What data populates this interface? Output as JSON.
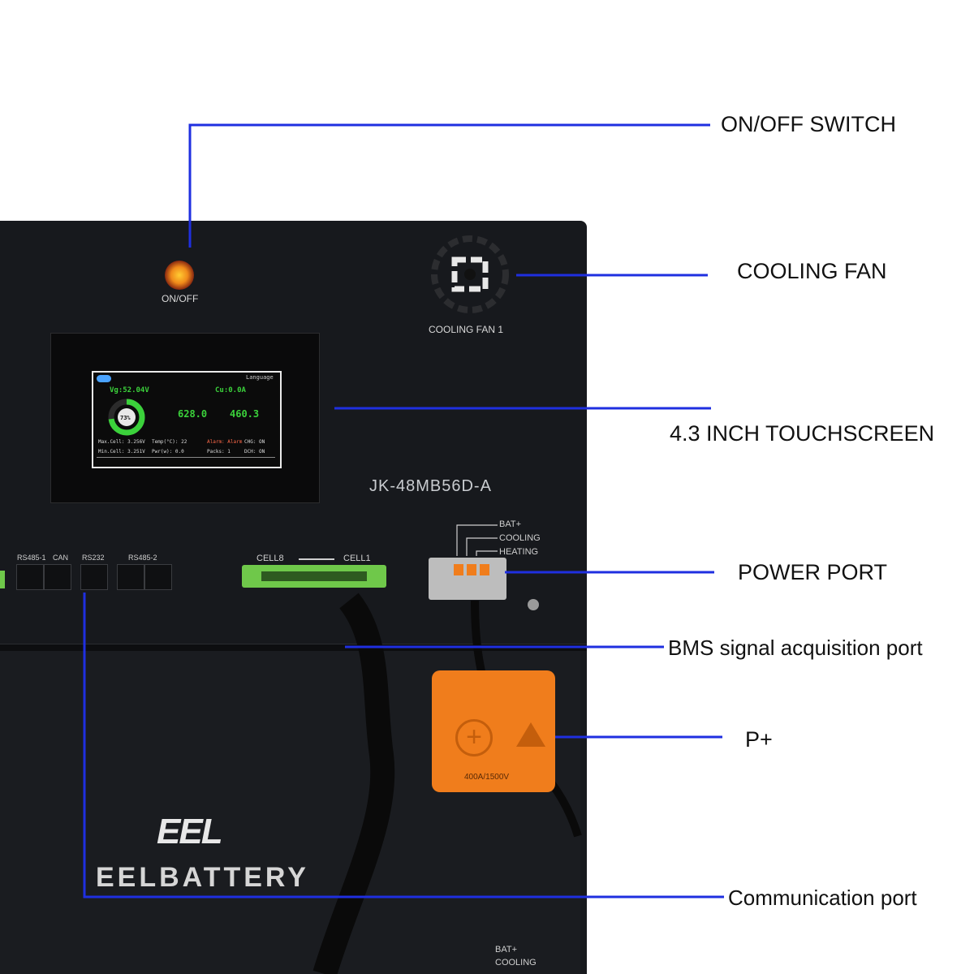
{
  "callouts": {
    "on_off_switch": "ON/OFF SWITCH",
    "cooling_fan": "COOLING FAN",
    "touchscreen": "4.3 INCH TOUCHSCREEN",
    "power_port": "POWER PORT",
    "bms_port": "BMS signal acquisition port",
    "p_plus": "P+",
    "communication_port": "Communication port"
  },
  "panel": {
    "on_off_label": "ON/OFF",
    "fan_label": "COOLING FAN 1",
    "model": "JK-48MB56D-A",
    "ports": {
      "rs485_1": "RS485-1",
      "can": "CAN",
      "rs232": "RS232",
      "rs485_2": "RS485-2"
    },
    "cell_left": "CELL8",
    "cell_right": "CELL1",
    "power_labels": [
      "BAT+",
      "COOLING",
      "HEATING"
    ],
    "bottom_labels": [
      "BAT+",
      "COOLING"
    ],
    "terminal_rating": "400A/1500V",
    "brand_logo": "EEL",
    "brand_name": "EELBATTERY"
  },
  "screen": {
    "voltage": "Vg:52.04V",
    "current": "Cu:0.0A",
    "soc": "73%",
    "capacity_left": "628.0",
    "capacity_right": "460.3",
    "row1_left": "Max.Cell: 3.256V",
    "row1_mid": "Temp(°C): 22",
    "row1_alarm": "Alarm: Alarm",
    "row1_chg": "CHG: ON",
    "row2_left": "Min.Cell: 3.251V",
    "row2_mid": "Pwr(w): 0.0",
    "row2_packs": "Packs: 1",
    "row2_dch": "DCH: ON",
    "language": "Language"
  },
  "colors": {
    "leader_line": "#1f2fe0",
    "cabinet": "#17191d",
    "accent_green": "#3bd13b",
    "terminal_orange": "#f07d1c",
    "connector_green": "#6fc84a"
  },
  "icons": [
    "power-button-icon",
    "fan-icon",
    "ground-icon",
    "plus-icon",
    "warning-icon"
  ]
}
